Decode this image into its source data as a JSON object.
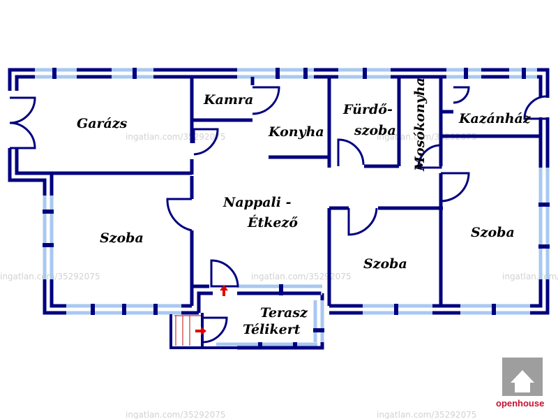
{
  "rooms": {
    "garage": "Garázs",
    "pantry": "Kamra",
    "kitchen": "Konyha",
    "bathroom_1": "Fürdő-",
    "bathroom_2": "szoba",
    "laundry": "Mosókonyha",
    "boiler": "Kazánház",
    "room_left": "Szoba",
    "living_1": "Nappali -",
    "living_2": "Étkező",
    "room_mid": "Szoba",
    "room_right": "Szoba",
    "terrace": "Terasz",
    "wintergarden": "Télikert"
  },
  "watermark": "ingatlan.com/35292075",
  "logo": {
    "text": "openhouse",
    "icon": "house-logo-icon"
  },
  "colors": {
    "wall": "#00007f",
    "window": "#a8c8f0",
    "arrow": "#e00000",
    "logo": "#c8102e"
  }
}
